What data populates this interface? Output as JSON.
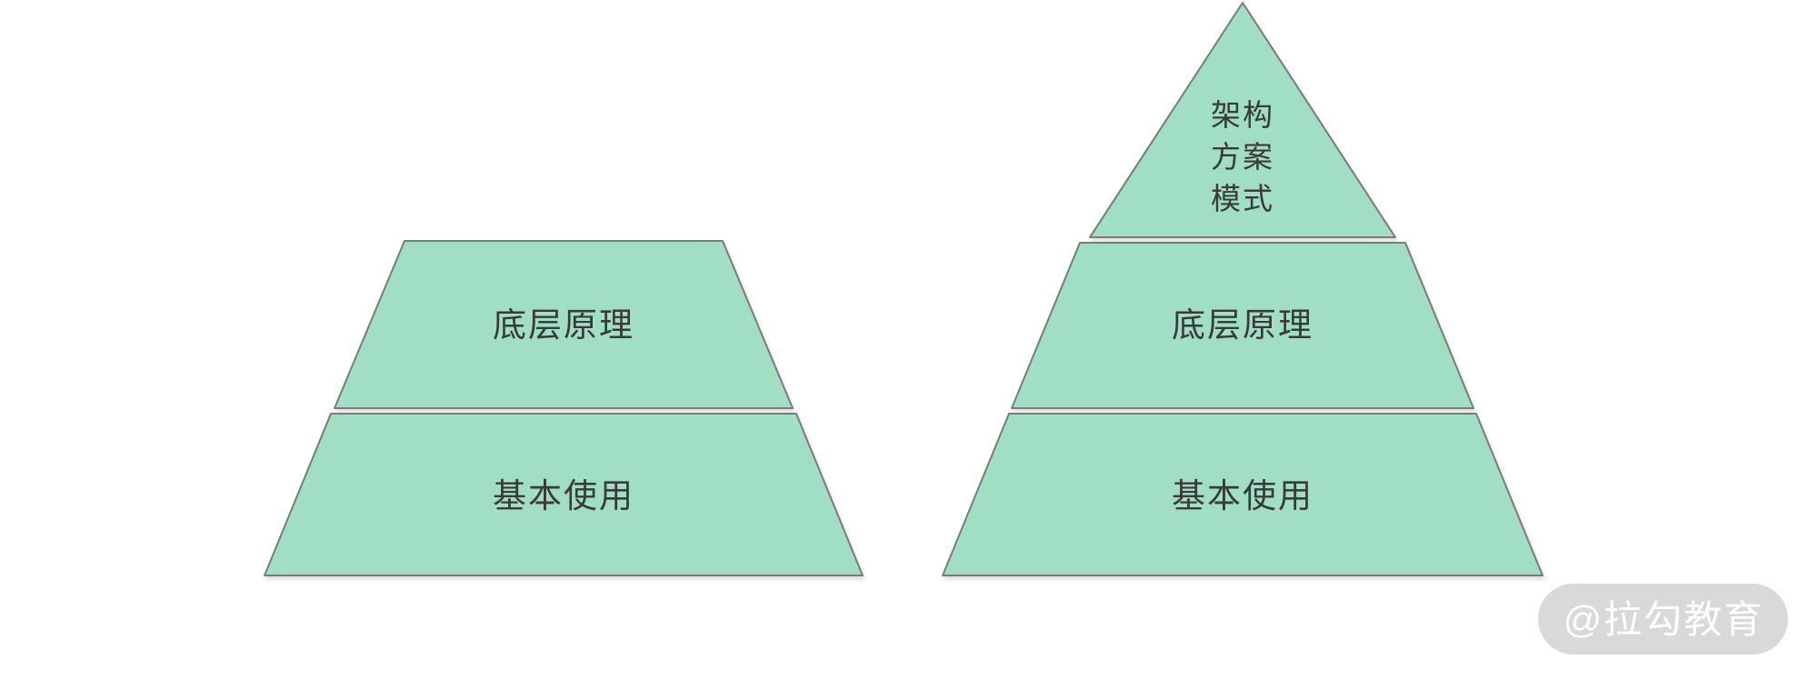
{
  "colors": {
    "background": "#ffffff",
    "shape_fill": "#a0dfc3",
    "shape_border": "#7b7b7b",
    "label_text": "#3a3a3a",
    "watermark_bg": "#d9d9d9",
    "watermark_text": "#ffffff"
  },
  "left_pyramid": {
    "levels": [
      {
        "label": "底层原理"
      },
      {
        "label": "基本使用"
      }
    ]
  },
  "right_pyramid": {
    "apex_lines": [
      "架构",
      "方案",
      "模式"
    ],
    "levels": [
      {
        "label": "底层原理"
      },
      {
        "label": "基本使用"
      }
    ]
  },
  "watermark": {
    "label": "@拉勾教育"
  }
}
